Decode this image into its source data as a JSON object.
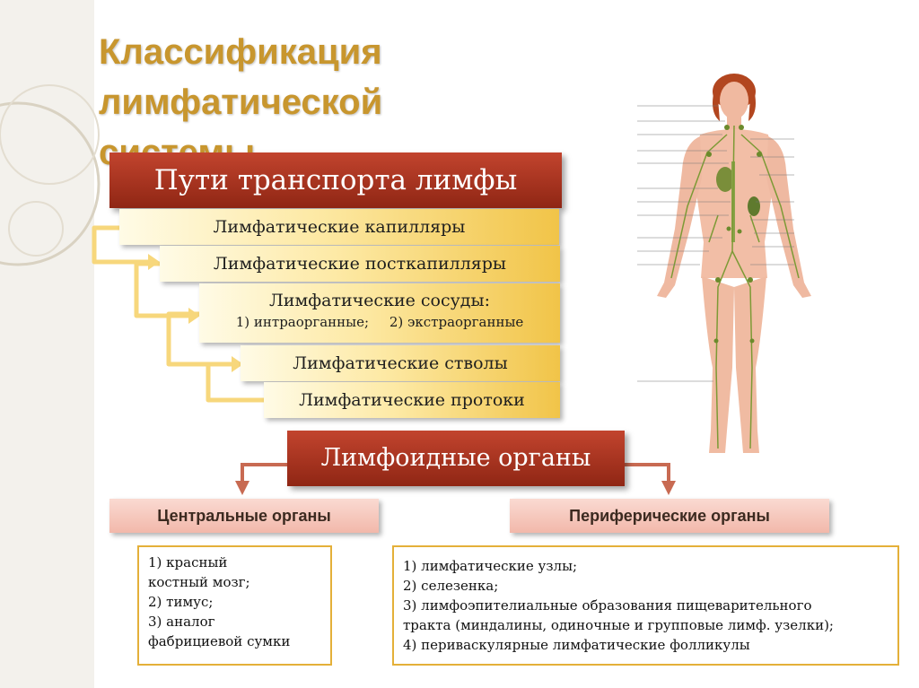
{
  "title": {
    "line1": "Классификация лимфатической",
    "line2": "системы"
  },
  "transport": {
    "heading": "Пути транспорта лимфы",
    "steps": [
      "Лимфатические капилляры",
      "Лимфатические посткапилляры",
      "Лимфатические сосуды:",
      "Лимфатические стволы",
      "Лимфатические протоки"
    ],
    "vessel_subtypes": {
      "a": "1)     интраорганные;",
      "b": "2) экстраорганные"
    }
  },
  "organs": {
    "heading": "Лимфоидные органы",
    "central": {
      "title": "Центральные органы",
      "items": [
        "1) красный",
        "костный мозг;",
        "2) тимус;",
        "3) аналог",
        "фабрициевой сумки"
      ]
    },
    "peripheral": {
      "title": "Периферические органы",
      "items": [
        "1) лимфатические узлы;",
        "2) селезенка;",
        "3) лимфоэпителиальные образования пищеварительного",
        "тракта (миндалины, одиночные и групповые лимф. узелки);",
        "4) периваскулярные лимфатические фолликулы"
      ]
    }
  },
  "colors": {
    "title": "#c8962e",
    "banner": "#a9321c",
    "step": "#f5d36a",
    "arrow": "#f7d77c",
    "pill": "#f4c3b6",
    "box_border": "#e4b039"
  },
  "figure": {
    "icon": "human-lymphatic-system-illustration"
  }
}
